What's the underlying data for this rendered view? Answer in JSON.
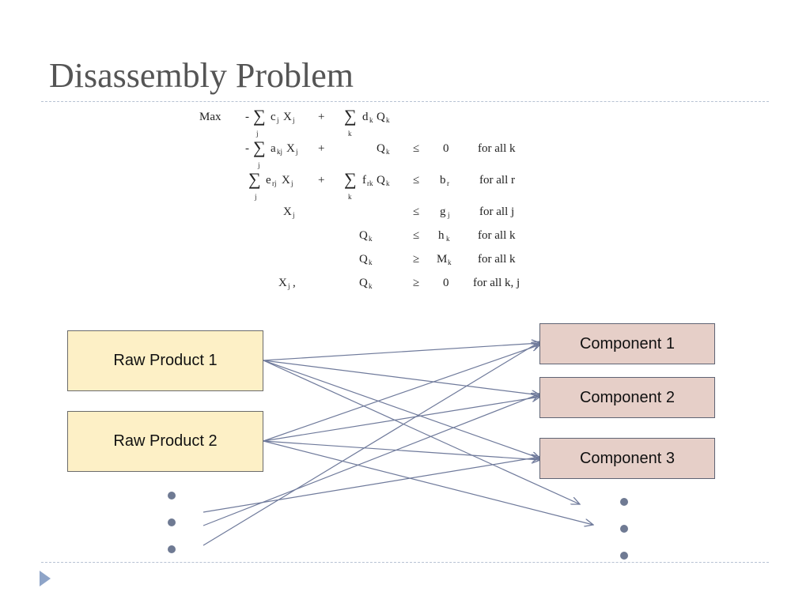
{
  "slide": {
    "title": "Disassembly Problem"
  },
  "model": {
    "objective": {
      "sense": "Max",
      "terms": [
        "- ∑ c_j X_j",
        "+ ∑ d_k Q_k"
      ]
    },
    "constraints": [
      {
        "lhs": "- ∑ a_kj X_j + Q_k",
        "rel": "≤",
        "rhs": "0",
        "scope": "for all k"
      },
      {
        "lhs": "∑ e_rj X_j + ∑ f_rk Q_k",
        "rel": "≤",
        "rhs": "b_r",
        "scope": "for all r"
      },
      {
        "lhs": "X_j",
        "rel": "≤",
        "rhs": "g_j",
        "scope": "for all j"
      },
      {
        "lhs": "Q_k",
        "rel": "≤",
        "rhs": "h_k",
        "scope": "for all k"
      },
      {
        "lhs": "Q_k",
        "rel": "≥",
        "rhs": "M_k",
        "scope": "for all k"
      },
      {
        "lhs": "X_j, Q_k",
        "rel": "≥",
        "rhs": "0",
        "scope": "for all k, j"
      }
    ]
  },
  "diagram": {
    "raw_products": [
      "Raw Product 1",
      "Raw Product 2"
    ],
    "components": [
      "Component 1",
      "Component 2",
      "Component 3"
    ]
  },
  "colors": {
    "title": "#555555",
    "raw_fill": "#fdf0c6",
    "component_fill": "#e6cfc8",
    "arrow": "#6f7a9b",
    "dot": "#6f7a93"
  }
}
